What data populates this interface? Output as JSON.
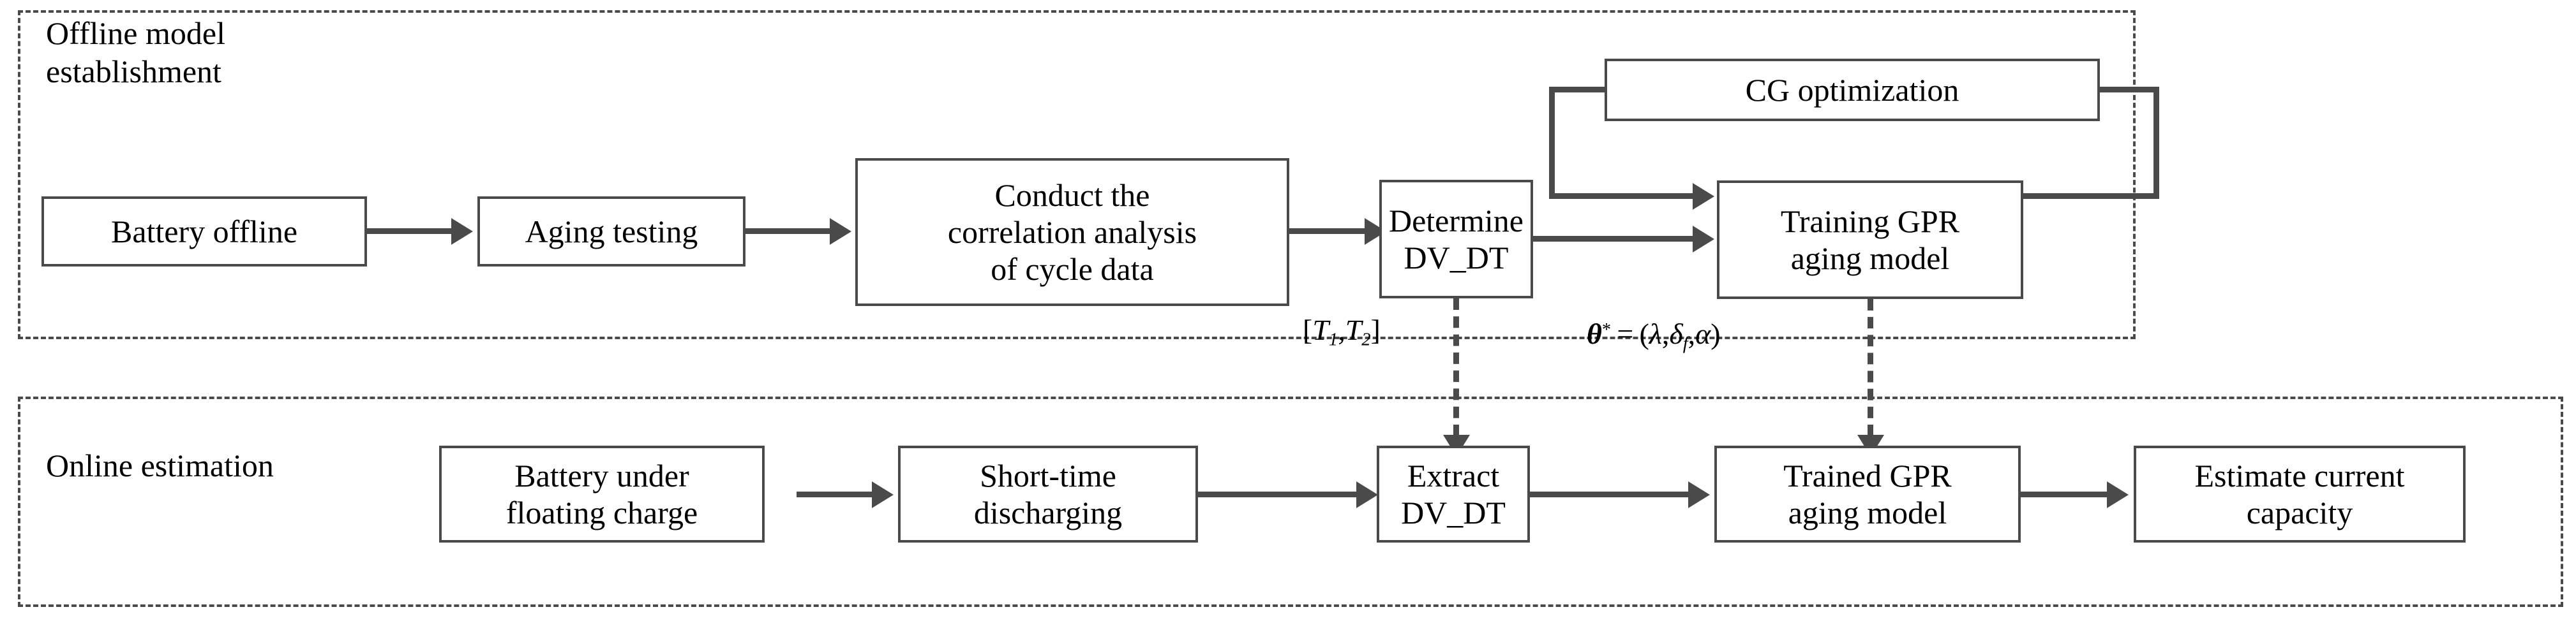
{
  "figure": {
    "title": "Battery capacity estimation framework",
    "accent_color": "#4a4a4a",
    "background": "#ffffff"
  },
  "groups": [
    {
      "id": "offline",
      "label": "Offline model\nestablishment"
    },
    {
      "id": "online",
      "label": "Online estimation"
    }
  ],
  "offline": {
    "nodes": [
      {
        "id": "battery-offline",
        "label": "Battery offline"
      },
      {
        "id": "aging-testing",
        "label": "Aging testing"
      },
      {
        "id": "correlation",
        "label": "Conduct the\ncorrelation analysis\nof cycle data"
      },
      {
        "id": "determine-dvdt",
        "label": "Determine\nDV_DT"
      },
      {
        "id": "cg-optimization",
        "label": "CG optimization"
      },
      {
        "id": "training-gpr",
        "label": "Training GPR\naging model"
      }
    ]
  },
  "online": {
    "nodes": [
      {
        "id": "battery-floating",
        "label": "Battery under\nfloating charge"
      },
      {
        "id": "short-discharging",
        "label": "Short-time\ndischarging"
      },
      {
        "id": "extract-dvdt",
        "label": "Extract\nDV_DT"
      },
      {
        "id": "trained-gpr",
        "label": "Trained GPR\naging model"
      },
      {
        "id": "estimate-capacity",
        "label": "Estimate current\ncapacity"
      }
    ]
  },
  "annotations": {
    "temperature_window": {
      "id": "temperature-window",
      "plain": "[T1,T2]",
      "open_bracket": "[",
      "sym1": "T",
      "sub1": "1",
      "comma": ",",
      "sym2": "T",
      "sub2": "2",
      "close_bracket": "]"
    },
    "hyperparameters": {
      "id": "optimal-hyperparameters",
      "plain": "theta* = (lambda, delta_f, alpha)",
      "theta": "θ",
      "star": "*",
      "equals": "=",
      "open_paren": "(",
      "lambda": "λ",
      "comma1": ",",
      "delta": "δ",
      "delta_sub": "f",
      "comma2": ",",
      "alpha": "α",
      "close_paren": ")"
    }
  }
}
